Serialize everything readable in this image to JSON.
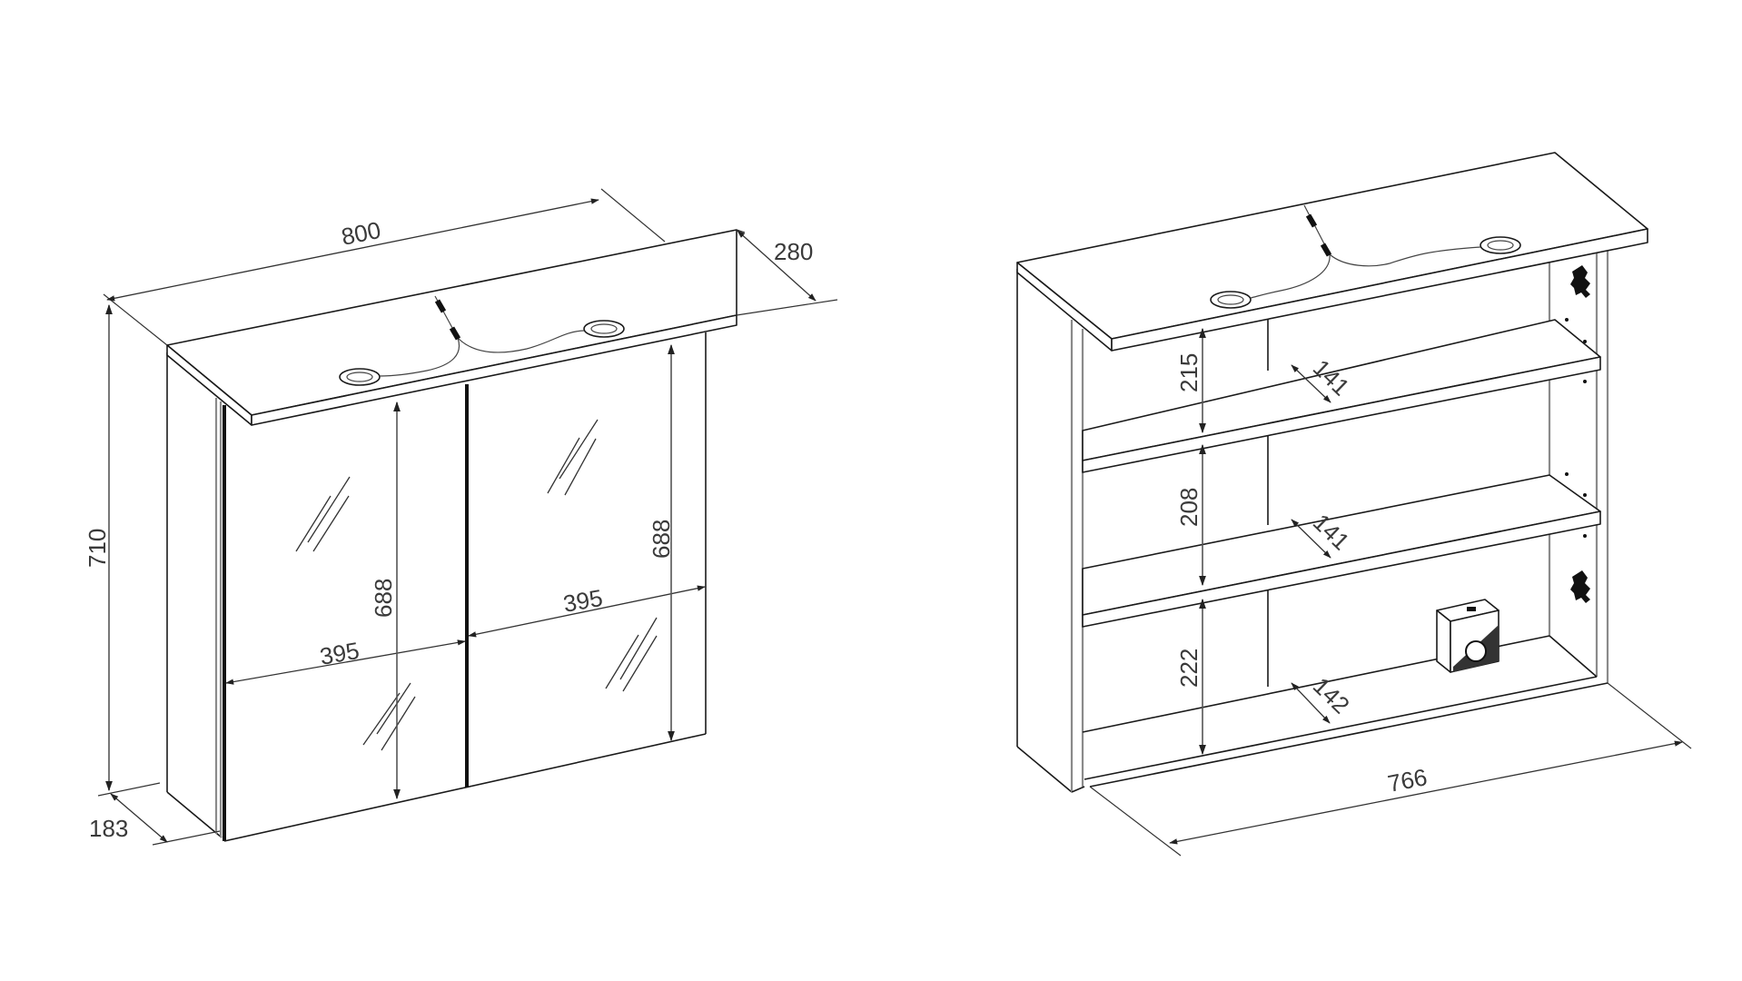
{
  "diagram": {
    "type": "technical-drawing",
    "subject": "mirror cabinet with two doors, closed and open views",
    "units": "mm",
    "colors": {
      "line": "#1a1a1a",
      "dimension": "#333333",
      "text": "#3a3a3a",
      "background": "#ffffff"
    }
  },
  "closed_view": {
    "label": "Closed cabinet (front isometric)",
    "dimensions": {
      "width": "800",
      "top_depth": "280",
      "height": "710",
      "body_depth": "183",
      "door_left_width": "395",
      "door_right_width": "395",
      "door_left_height": "688",
      "door_right_height": "688"
    },
    "features": [
      "top light panel",
      "two round spot lights",
      "cable with connector",
      "two mirror doors"
    ]
  },
  "open_view": {
    "label": "Open cabinet (doors removed)",
    "dimensions": {
      "inner_width": "766",
      "compartment_top_height": "215",
      "compartment_middle_height": "208",
      "compartment_bottom_height": "222",
      "shelf_top_depth": "141",
      "shelf_middle_depth": "141",
      "bottom_depth": "142"
    },
    "features": [
      "top light panel",
      "two round spot lights",
      "cable with connector",
      "two glass shelves",
      "rear divider",
      "socket box",
      "door hinges"
    ]
  }
}
